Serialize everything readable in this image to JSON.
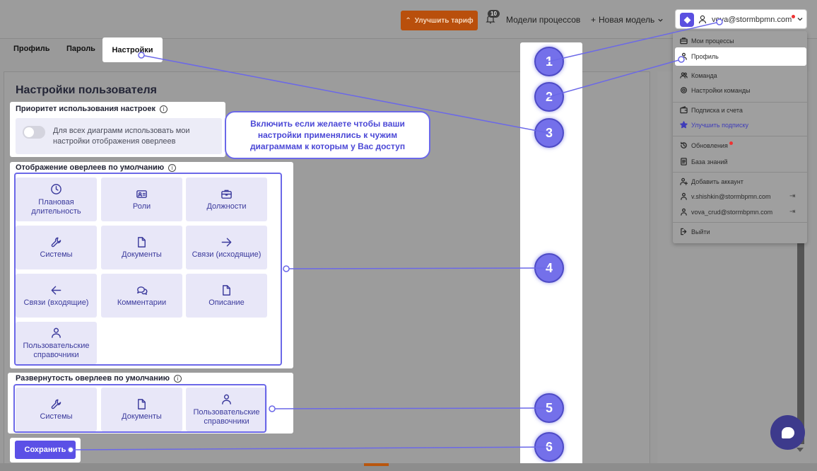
{
  "header": {
    "upgrade_label": "Улучшить тариф",
    "notifications_count": "10",
    "models_link": "Модели процессов",
    "new_model": "Новая модель",
    "user_email": "vova@stormbpmn.com"
  },
  "tabs": [
    {
      "label": "Профиль"
    },
    {
      "label": "Пароль"
    },
    {
      "label": "Настройки"
    }
  ],
  "page_title": "Настройки пользователя",
  "priority": {
    "title": "Приоритет использования настроек",
    "toggle_text": "Для всех диаграмм использовать мои настройки отображения оверлеев",
    "toggle_on": false
  },
  "callout": "Включить если желаете чтобы ваши настройки применялись к чужим диаграммам к которым у Вас доступ",
  "overlay_display": {
    "title": "Отображение оверлеев по умолчанию",
    "tiles": [
      {
        "label": "Плановая длительность",
        "icon": "clock-icon"
      },
      {
        "label": "Роли",
        "icon": "id-card-icon"
      },
      {
        "label": "Должности",
        "icon": "briefcase-icon"
      },
      {
        "label": "Системы",
        "icon": "wrench-icon"
      },
      {
        "label": "Документы",
        "icon": "document-icon"
      },
      {
        "label": "Связи (исходящие)",
        "icon": "arrow-right-icon"
      },
      {
        "label": "Связи (входящие)",
        "icon": "arrow-left-icon"
      },
      {
        "label": "Комментарии",
        "icon": "comments-icon"
      },
      {
        "label": "Описание",
        "icon": "document-icon"
      },
      {
        "label": "Пользовательские справочники",
        "icon": "user-icon"
      }
    ]
  },
  "overlay_expand": {
    "title": "Развернутость оверлеев по умолчанию",
    "tiles": [
      {
        "label": "Системы",
        "icon": "wrench-icon"
      },
      {
        "label": "Документы",
        "icon": "document-icon"
      },
      {
        "label": "Пользовательские справочники",
        "icon": "user-icon"
      }
    ]
  },
  "save_label": "Сохранить",
  "badges": [
    "1",
    "2",
    "3",
    "4",
    "5",
    "6"
  ],
  "user_menu": {
    "items": [
      {
        "label": "Мои процессы",
        "icon": "briefcase-icon"
      },
      {
        "label": "Профиль",
        "icon": "user-icon"
      },
      {
        "label": "Команда",
        "icon": "team-icon"
      },
      {
        "label": "Настройки команды",
        "icon": "gear-icon"
      },
      {
        "label": "Подписка и счета",
        "icon": "wallet-icon"
      },
      {
        "label": "Улучшить подписку",
        "icon": "star-icon"
      },
      {
        "label": "Обновления",
        "icon": "history-icon"
      },
      {
        "label": "База знаний",
        "icon": "book-icon"
      },
      {
        "label": "Добавить аккаунт",
        "icon": "add-user-icon"
      },
      {
        "label": "v.shishkin@stormbpmn.com",
        "icon": "user-icon"
      },
      {
        "label": "vova_crud@stormbpmn.com",
        "icon": "user-icon"
      },
      {
        "label": "Выйти",
        "icon": "logout-icon"
      }
    ]
  },
  "colors": {
    "accent": "#5b50e6",
    "tile_bg": "#e8e7f8",
    "tile_text": "#3b3a9c",
    "upgrade_btn": "#b94f0c",
    "overlay_dim": "#9a9a9a"
  }
}
